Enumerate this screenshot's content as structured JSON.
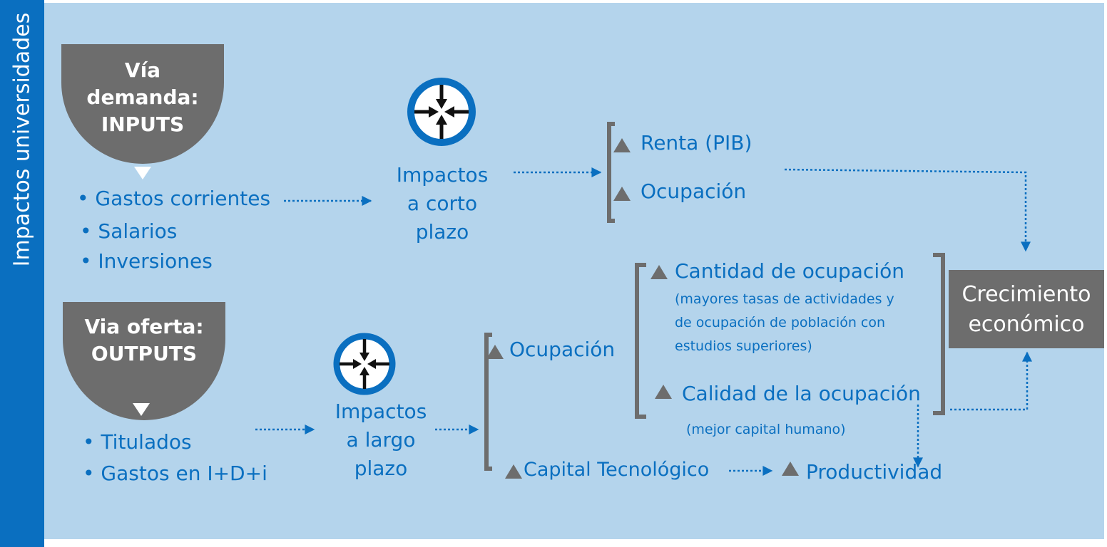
{
  "sidebar": {
    "label": "Impactos universidades"
  },
  "demand": {
    "title_line1": "Vía",
    "title_line2": "demanda:",
    "title_line3": "INPUTS",
    "items": [
      "Gastos corrientes",
      "Salarios",
      "Inversiones"
    ]
  },
  "supply": {
    "title_line1": "Via oferta:",
    "title_line2": "OUTPUTS",
    "items": [
      "Titulados",
      "Gastos en I+D+i"
    ]
  },
  "short_term": {
    "line1": "Impactos",
    "line2": "a corto",
    "line3": "plazo",
    "results": [
      "Renta (PIB)",
      "Ocupación"
    ]
  },
  "long_term": {
    "line1": "Impactos",
    "line2": "a largo",
    "line3": "plazo",
    "ocupacion": "Ocupación",
    "capital": "Capital Tecnológico",
    "productividad": "Productividad"
  },
  "employment": {
    "quantity_title": "Cantidad de ocupación",
    "quantity_note_line1": "(mayores tasas de actividades y",
    "quantity_note_line2": "de ocupación de población con",
    "quantity_note_line3": "estudios superiores)",
    "quality_title": "Calidad de la ocupación",
    "quality_note": "(mejor capital humano)"
  },
  "growth": {
    "line1": "Crecimiento",
    "line2": "económico"
  },
  "colors": {
    "blue": "#0a6fc0",
    "panel": "#b4d4ec",
    "gray": "#6d6d6d",
    "white": "#ffffff"
  }
}
